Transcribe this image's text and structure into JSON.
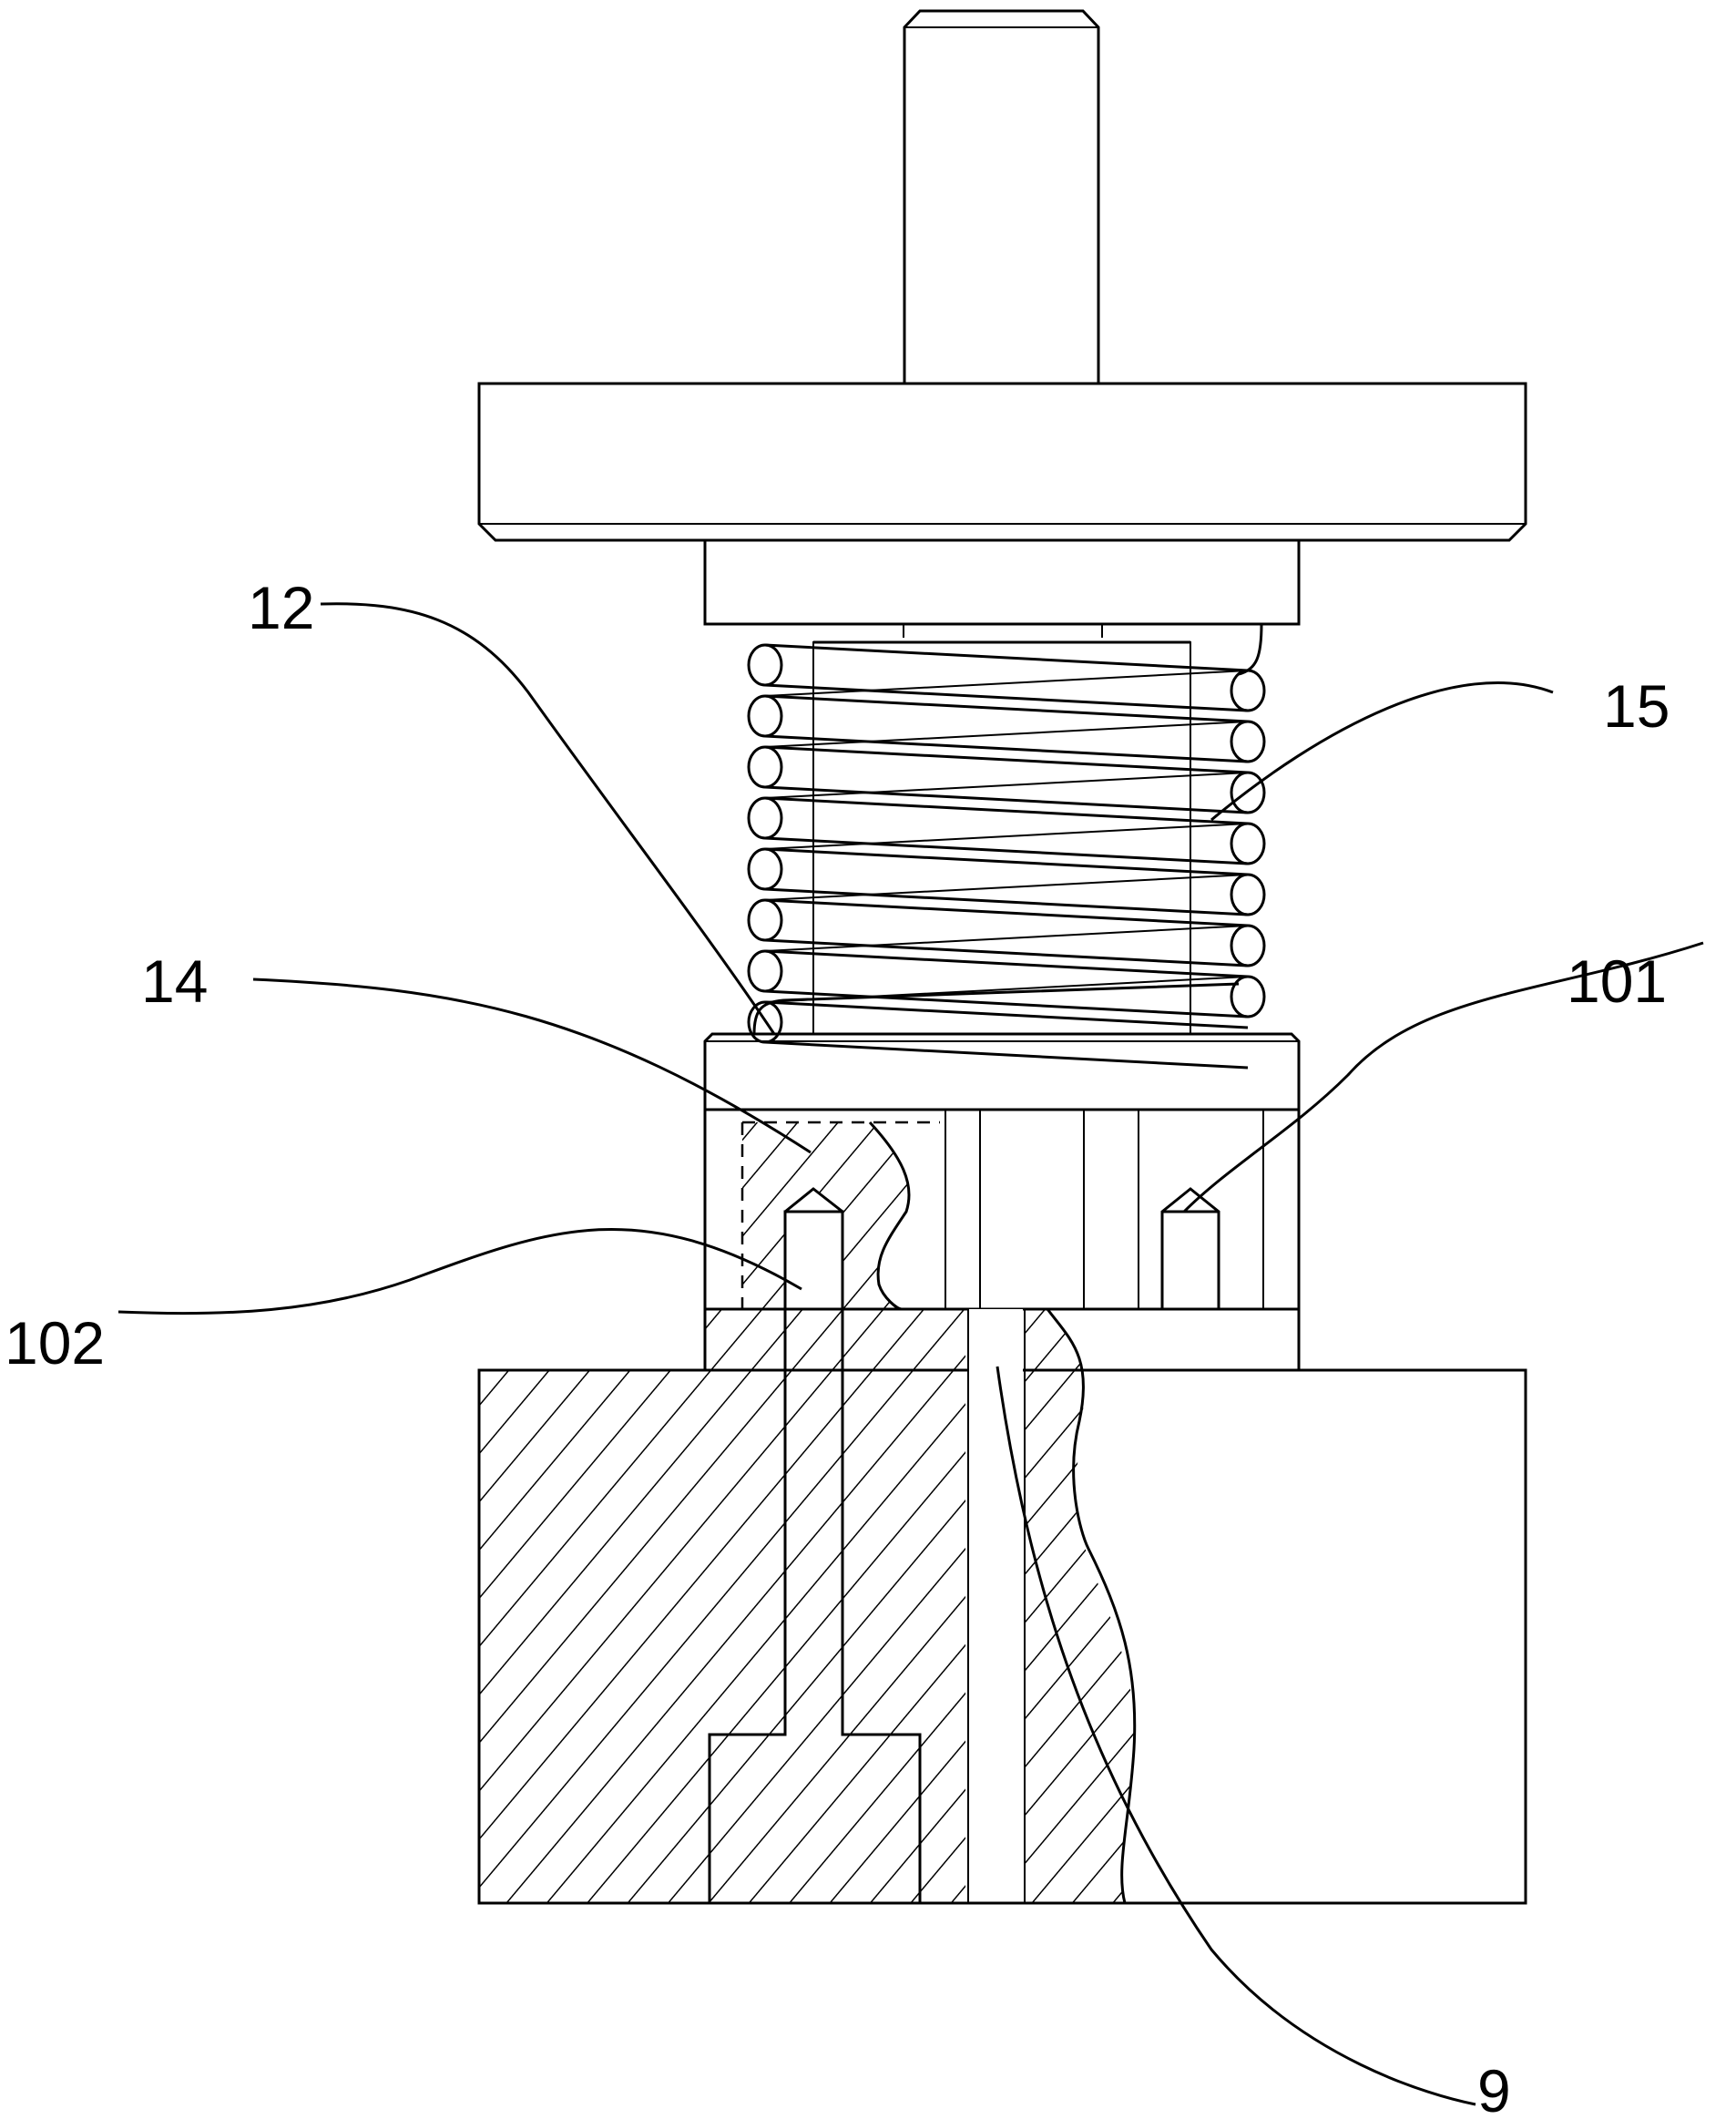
{
  "drawing": {
    "type": "patent mechanical cross-section drawing",
    "line_color": "#000000",
    "background_color": "#ffffff",
    "labels": [
      {
        "id": "label-12",
        "text": "12",
        "refers_to": "plate"
      },
      {
        "id": "label-15",
        "text": "15",
        "refers_to": "spring"
      },
      {
        "id": "label-14",
        "text": "14",
        "refers_to": "hatched block"
      },
      {
        "id": "label-101",
        "text": "101",
        "refers_to": "pin (right)"
      },
      {
        "id": "label-102",
        "text": "102",
        "refers_to": "pin (left)"
      },
      {
        "id": "label-9",
        "text": "9",
        "refers_to": "channel"
      }
    ]
  }
}
